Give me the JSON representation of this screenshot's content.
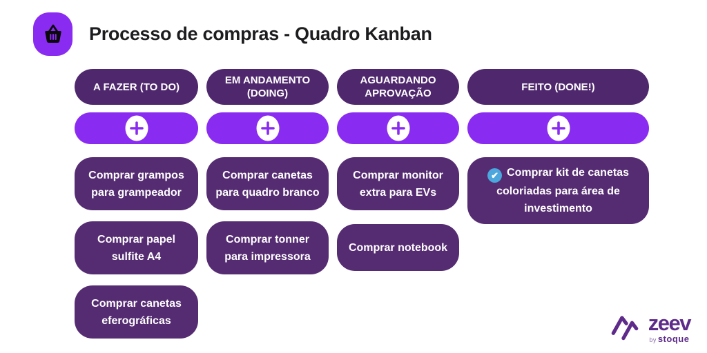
{
  "header": {
    "title": "Processo de compras - Quadro Kanban"
  },
  "board": {
    "columns": [
      {
        "title": "A FAZER (TO DO)",
        "add_button": "plus-icon",
        "cards": [
          {
            "text": "Comprar grampos para grampeador"
          },
          {
            "text": "Comprar papel sulfite A4"
          },
          {
            "text": "Comprar canetas eferográficas"
          }
        ]
      },
      {
        "title": "EM ANDAMENTO (DOING)",
        "add_button": "plus-icon",
        "cards": [
          {
            "text": "Comprar canetas para quadro branco"
          },
          {
            "text": "Comprar tonner para impressora"
          }
        ]
      },
      {
        "title": "AGUARDANDO APROVAÇÃO",
        "add_button": "plus-icon",
        "cards": [
          {
            "text": "Comprar monitor extra para EVs"
          },
          {
            "text": "Comprar notebook"
          }
        ]
      },
      {
        "title": "FEITO (DONE!)",
        "add_button": "plus-icon",
        "cards": [
          {
            "text": "Comprar kit de canetas coloriadas para área de investimento",
            "checked": true,
            "check_glyph": "✔"
          }
        ]
      }
    ]
  },
  "branding": {
    "logo_text": "zeev",
    "byline_prefix": "by",
    "byline": "stoque"
  },
  "colors": {
    "accent_purple": "#8A2BF2",
    "column_header_purple": "#4F276D",
    "card_purple": "#552B72",
    "check_blue": "#4BA7DC",
    "logo_purple": "#5E2B8A",
    "title_text": "#1D1D1F",
    "card_text": "#FFFFFF",
    "background": "#FFFFFF"
  },
  "icons": {
    "app": "basket-icon",
    "add": "plus-icon",
    "done": "check-icon",
    "logo_mark": "zeev-mark-icon"
  }
}
